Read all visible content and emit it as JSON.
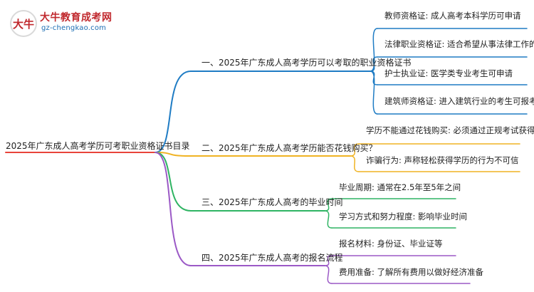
{
  "logo": {
    "badge": "大牛",
    "title": "大牛教育成考网",
    "url": "gz-chengkao.com"
  },
  "root": {
    "label": "2025年广东成人高考学历可考职业资格证书目录"
  },
  "branches": [
    {
      "label": "一、2025年广东成人高考学历可以考取的职业资格证书",
      "color": "#1f7cc4",
      "children": [
        "教师资格证: 成人高考本科学历可申请",
        "法律职业资格证: 适合希望从事法律工作的人员",
        "护士执业证: 医学类专业考生可申请",
        "建筑师资格证: 进入建筑行业的考生可报考"
      ]
    },
    {
      "label": "二、2025年广东成人高考学历能否花钱购买？",
      "color": "#f0b323",
      "children": [
        "学历不能通过花钱购买: 必须通过正规考试获得",
        "诈骗行为: 声称轻松获得学历的行为不可信"
      ]
    },
    {
      "label": "三、2025年广东成人高考的毕业时间",
      "color": "#2fb463",
      "children": [
        "毕业周期: 通常在2.5年至5年之间",
        "学习方式和努力程度: 影响毕业时间"
      ]
    },
    {
      "label": "四、2025年广东成人高考的报名流程",
      "color": "#9b59c6",
      "children": [
        "报名材料: 身份证、毕业证等",
        "费用准备: 了解所有费用以做好经济准备"
      ]
    }
  ],
  "colors": {
    "root": "#e8443a"
  }
}
